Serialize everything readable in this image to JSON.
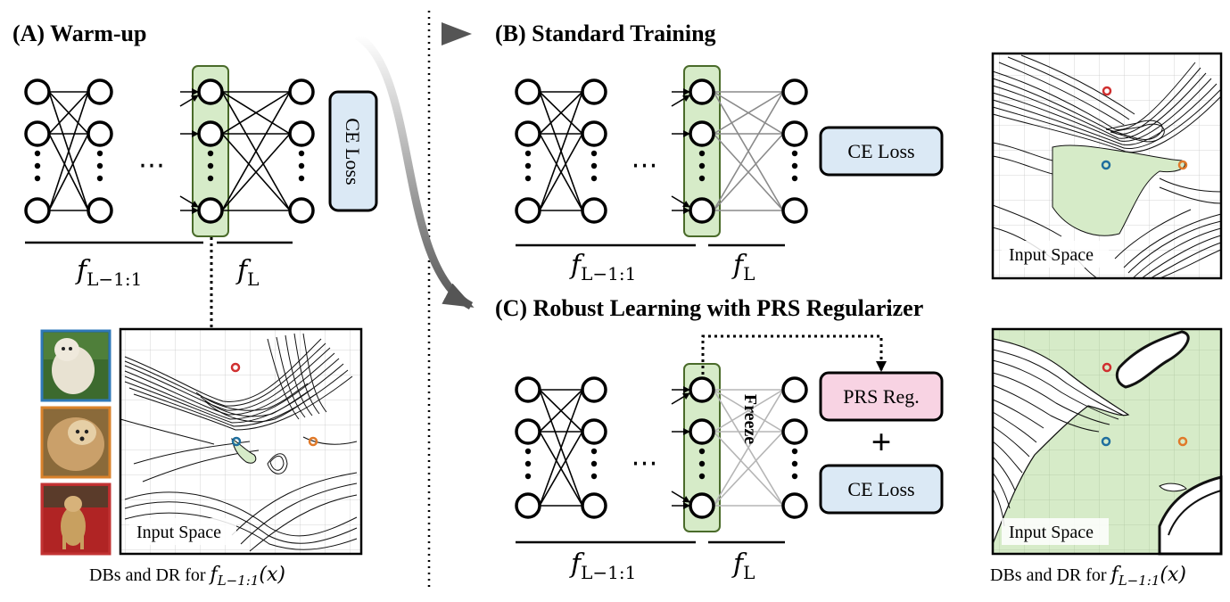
{
  "panel_a": {
    "title": "(A) Warm-up",
    "loss_label": "CE Loss",
    "f_rest_label": "f",
    "f_rest_sub": "L−1:1",
    "f_last_label": "f",
    "f_last_sub": "L",
    "ellipsis": "⋯",
    "input_space_label": "Input Space",
    "caption_prefix": "DBs and DR for ",
    "caption_f": "f",
    "caption_sub": "L−1:1",
    "caption_suffix": "(x)"
  },
  "panel_b": {
    "title": "(B) Standard Training",
    "loss_label": "CE Loss",
    "f_rest_label": "f",
    "f_rest_sub": "L−1:1",
    "f_last_label": "f",
    "f_last_sub": "L",
    "ellipsis": "⋯",
    "input_space_label": "Input Space"
  },
  "panel_c": {
    "title": "(C) Robust Learning with PRS Regularizer",
    "reg_label": "PRS Reg.",
    "plus": "+",
    "loss_label": "CE Loss",
    "freeze_label": "Freeze",
    "f_rest_label": "f",
    "f_rest_sub": "L−1:1",
    "f_last_label": "f",
    "f_last_sub": "L",
    "ellipsis": "⋯",
    "input_space_label": "Input Space",
    "caption_prefix": "DBs and DR for ",
    "caption_f": "f",
    "caption_sub": "L−1:1",
    "caption_suffix": "(x)"
  },
  "colors": {
    "green_fill": "#d6ebc8",
    "green_stroke": "#4a6b2a",
    "ce_fill": "#dbe9f5",
    "prs_fill": "#f8d3e3",
    "dot_red": "#d03030",
    "dot_blue": "#1f6f9e",
    "dot_orange": "#e07a2a",
    "thumb_blue": "#2f78b8",
    "thumb_orange": "#d9822b",
    "thumb_red": "#c23333"
  }
}
